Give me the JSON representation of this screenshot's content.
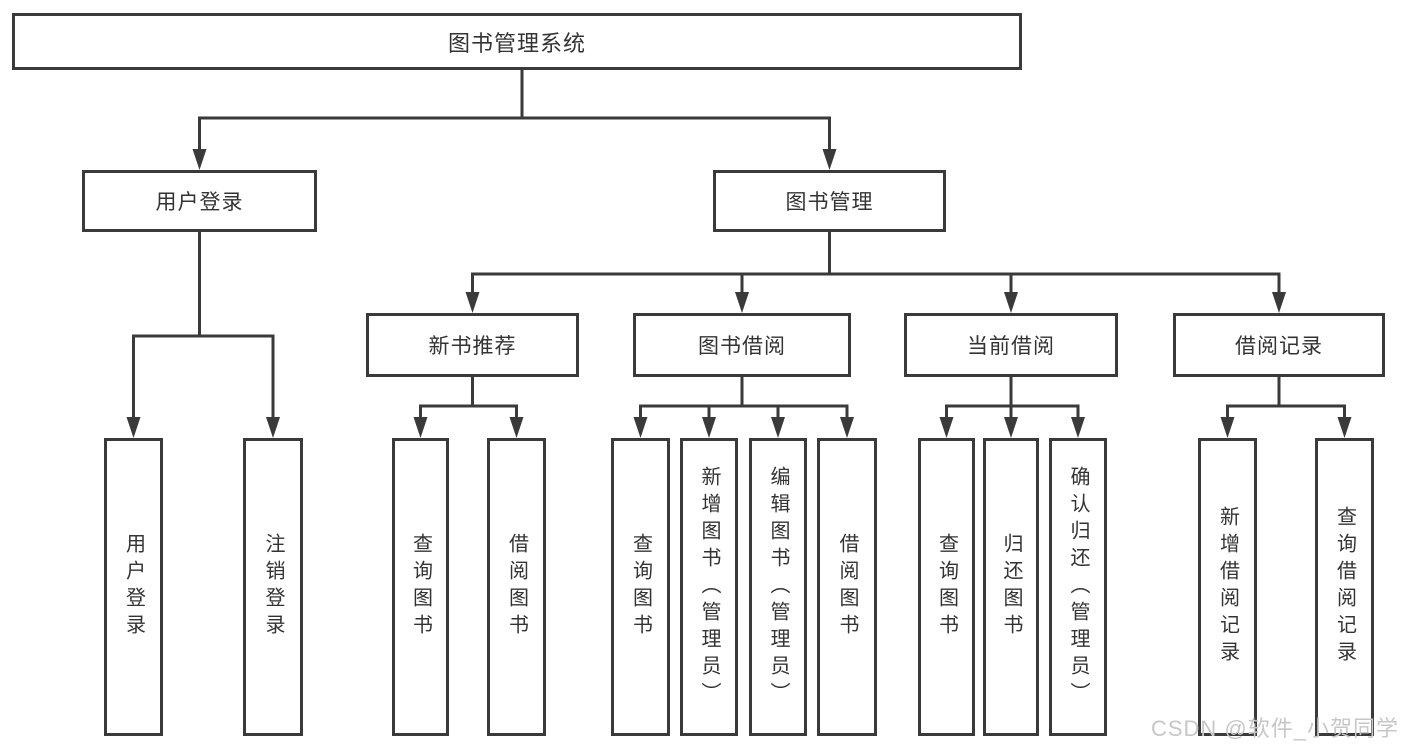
{
  "tree": {
    "label": "图书管理系统",
    "children": [
      {
        "label": "用户登录",
        "children": [
          {
            "label": "用户登录"
          },
          {
            "label": "注销登录"
          }
        ]
      },
      {
        "label": "图书管理",
        "children": [
          {
            "label": "新书推荐",
            "children": [
              {
                "label": "查询图书"
              },
              {
                "label": "借阅图书"
              }
            ]
          },
          {
            "label": "图书借阅",
            "children": [
              {
                "label": "查询图书"
              },
              {
                "label": "新增图书（管理员）"
              },
              {
                "label": "编辑图书（管理员）"
              },
              {
                "label": "借阅图书"
              }
            ]
          },
          {
            "label": "当前借阅",
            "children": [
              {
                "label": "查询图书"
              },
              {
                "label": "归还图书"
              },
              {
                "label": "确认归还（管理员）"
              }
            ]
          },
          {
            "label": "借阅记录",
            "children": [
              {
                "label": "新增借阅记录"
              },
              {
                "label": "查询借阅记录"
              }
            ]
          }
        ]
      }
    ]
  },
  "watermark": "CSDN @软件_小贺同学",
  "colors": {
    "line": "#3a3a3a",
    "text": "#333333",
    "background": "#ffffff",
    "watermark": "#c7c7c7"
  }
}
